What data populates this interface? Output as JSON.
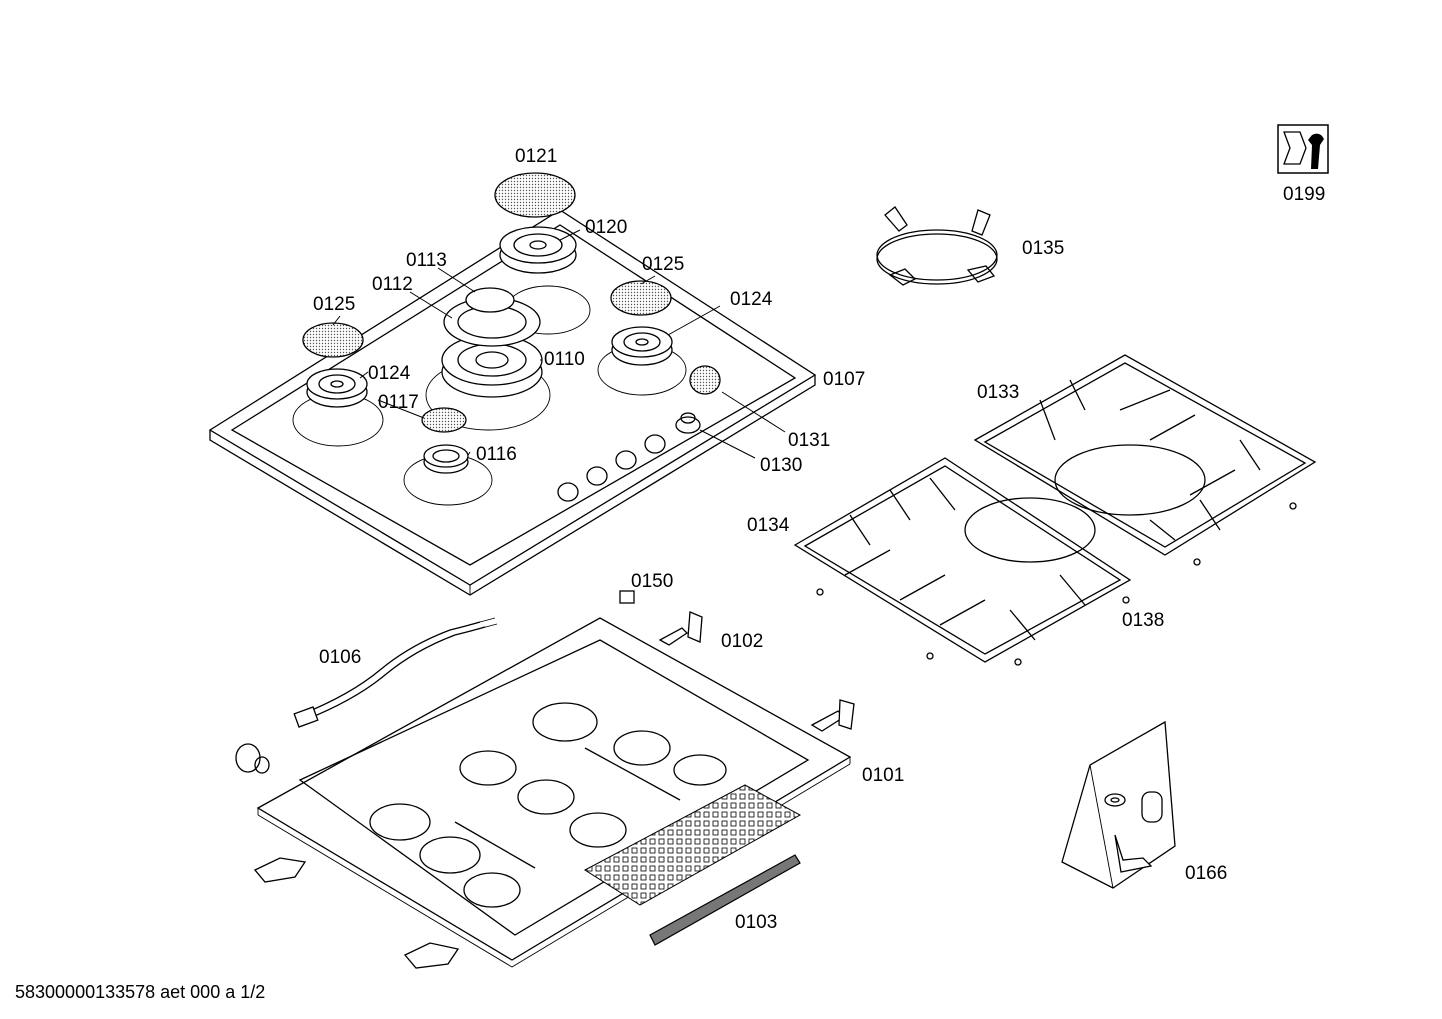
{
  "labels": {
    "p0121": "0121",
    "p0120": "0120",
    "p0113": "0113",
    "p0112": "0112",
    "p0125a": "0125",
    "p0125b": "0125",
    "p0124a": "0124",
    "p0124b": "0124",
    "p0110": "0110",
    "p0117": "0117",
    "p0116": "0116",
    "p0107": "0107",
    "p0131": "0131",
    "p0130": "0130",
    "p0135": "0135",
    "p0199": "0199",
    "p0133": "0133",
    "p0134": "0134",
    "p0138": "0138",
    "p0150": "0150",
    "p0102": "0102",
    "p0106": "0106",
    "p0101": "0101",
    "p0103": "0103",
    "p0166": "0166"
  },
  "footer": "58300000133578 aet 000 a 1/2"
}
